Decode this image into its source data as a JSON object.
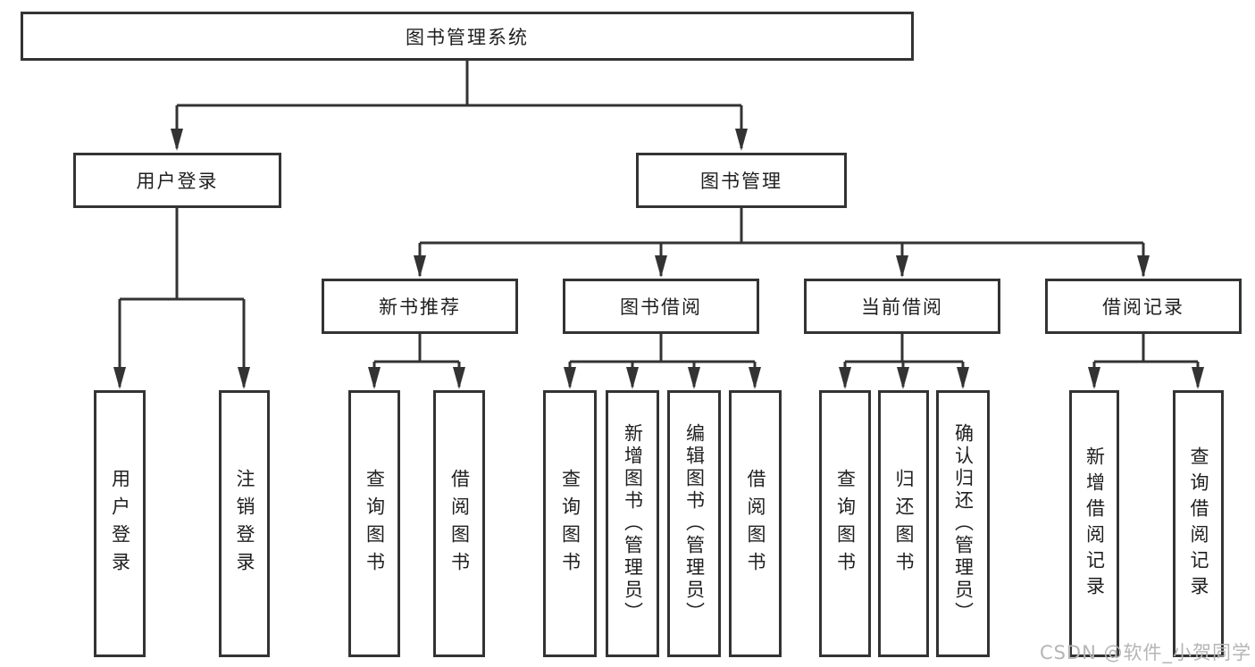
{
  "tree": {
    "root": {
      "label": "图书管理系统"
    },
    "login_branch": {
      "label": "用户登录",
      "children": [
        {
          "label": "用户登录"
        },
        {
          "label": "注销登录"
        }
      ]
    },
    "management_branch": {
      "label": "图书管理",
      "children": [
        {
          "label": "新书推荐",
          "children": [
            {
              "label": "查询图书"
            },
            {
              "label": "借阅图书"
            }
          ]
        },
        {
          "label": "图书借阅",
          "children": [
            {
              "label": "查询图书"
            },
            {
              "label": "新增图书（管理员）"
            },
            {
              "label": "编辑图书（管理员）"
            },
            {
              "label": "借阅图书"
            }
          ]
        },
        {
          "label": "当前借阅",
          "children": [
            {
              "label": "查询图书"
            },
            {
              "label": "归还图书"
            },
            {
              "label": "确认归还（管理员）"
            }
          ]
        },
        {
          "label": "借阅记录",
          "children": [
            {
              "label": "新增借阅记录"
            },
            {
              "label": "查询借阅记录"
            }
          ]
        }
      ]
    }
  },
  "watermark": {
    "text": "CSDN @软件_小贺同学",
    "color": "#b5b5b5"
  },
  "colors": {
    "line": "#333333",
    "box_border": "#333333",
    "box_background": "#ffffff",
    "text": "#1f1f1f"
  }
}
